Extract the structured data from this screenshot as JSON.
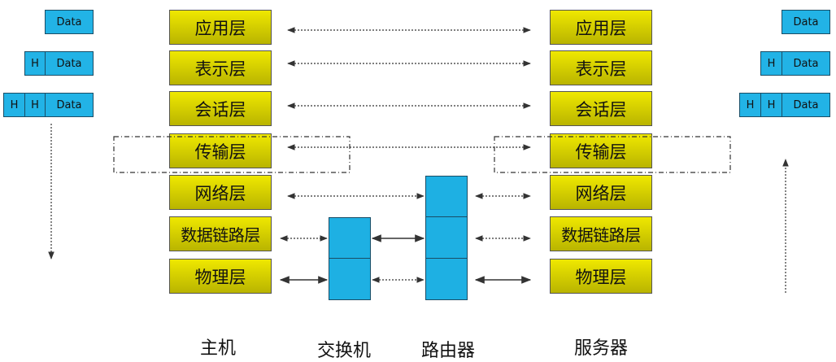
{
  "layers": [
    "应用层",
    "表示层",
    "会话层",
    "传输层",
    "网络层",
    "数据链路层",
    "物理层"
  ],
  "labels": {
    "host": "主机",
    "switch": "交换机",
    "router": "路由器",
    "server": "服务器"
  },
  "encapsulation": {
    "header": "H",
    "data": "Data"
  },
  "colors": {
    "layer_fill": "#e4dc00",
    "device_fill": "#1eb0e3"
  }
}
